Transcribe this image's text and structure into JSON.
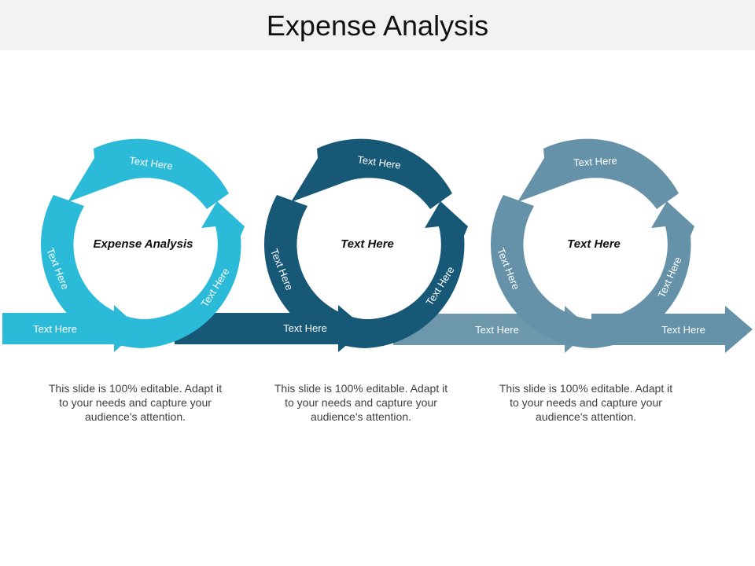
{
  "title": "Expense Analysis",
  "colors": {
    "cycle1": "#2bbad8",
    "cycle2": "#175877",
    "cycle3": "#6592a8",
    "bar3": "#6d97ab"
  },
  "cycles": [
    {
      "center": "Expense Analysis",
      "top_label": "Text Here",
      "left_label": "Text Here",
      "right_label": "Text Here",
      "bar_label": "Text Here",
      "description": "This slide is 100% editable. Adapt it to your needs and capture your audience's attention."
    },
    {
      "center": "Text Here",
      "top_label": "Text Here",
      "left_label": "Text Here",
      "right_label": "Text Here",
      "bar_label": "Text Here",
      "description": "This slide is 100% editable. Adapt it to your needs and capture your audience's attention."
    },
    {
      "center": "Text Here",
      "top_label": "Text Here",
      "left_label": "Text Here",
      "right_label": "Text Here",
      "bar_label": "Text Here",
      "description": "This slide is 100% editable. Adapt it to your needs and capture your audience's attention."
    }
  ],
  "final_bar_label": "Text Here"
}
